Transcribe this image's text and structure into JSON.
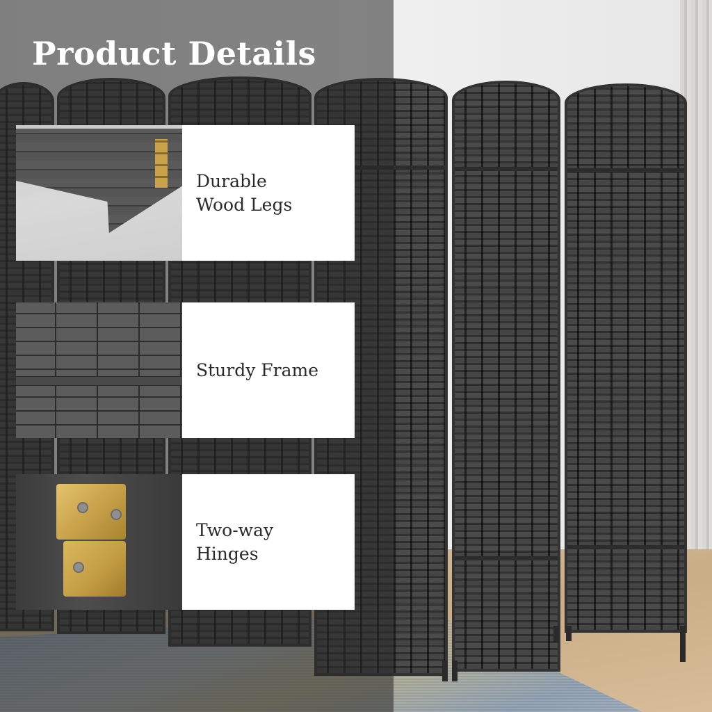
{
  "title": "Product Details",
  "features": [
    {
      "label": "Durable\nWood Legs",
      "image": "stacked-folded-panels-photo"
    },
    {
      "label": "Sturdy Frame",
      "image": "woven-texture-photo"
    },
    {
      "label": "Two-way\nHinges",
      "image": "brass-hinge-photo"
    }
  ],
  "colors": {
    "overlay": "#282828",
    "label_bg": "#ffffff",
    "label_text": "#2a2a2a",
    "title_text": "#ffffff",
    "panel": "#3b3b3b",
    "brass": "#c9a24a"
  }
}
